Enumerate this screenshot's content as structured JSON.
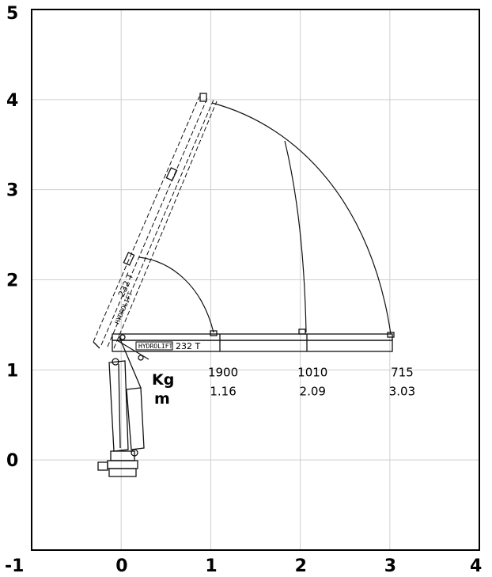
{
  "chart_data": {
    "type": "diagram",
    "xlim": [
      -1,
      4
    ],
    "ylim": [
      -1,
      5
    ],
    "x_ticks": [
      "-1",
      "0",
      "1",
      "2",
      "3",
      "4"
    ],
    "y_ticks": [
      "0",
      "1",
      "2",
      "3",
      "4",
      "5"
    ],
    "units": {
      "load": "Kg",
      "reach": "m"
    },
    "capacities": [
      {
        "load": "1900",
        "reach": "1.16",
        "x": 1.05
      },
      {
        "load": "1010",
        "reach": "2.09",
        "x": 2.05
      },
      {
        "load": "715",
        "reach": "3.03",
        "x": 3.05
      }
    ],
    "crane": {
      "brand": "HYDROLIFT",
      "model": "232 T"
    }
  }
}
